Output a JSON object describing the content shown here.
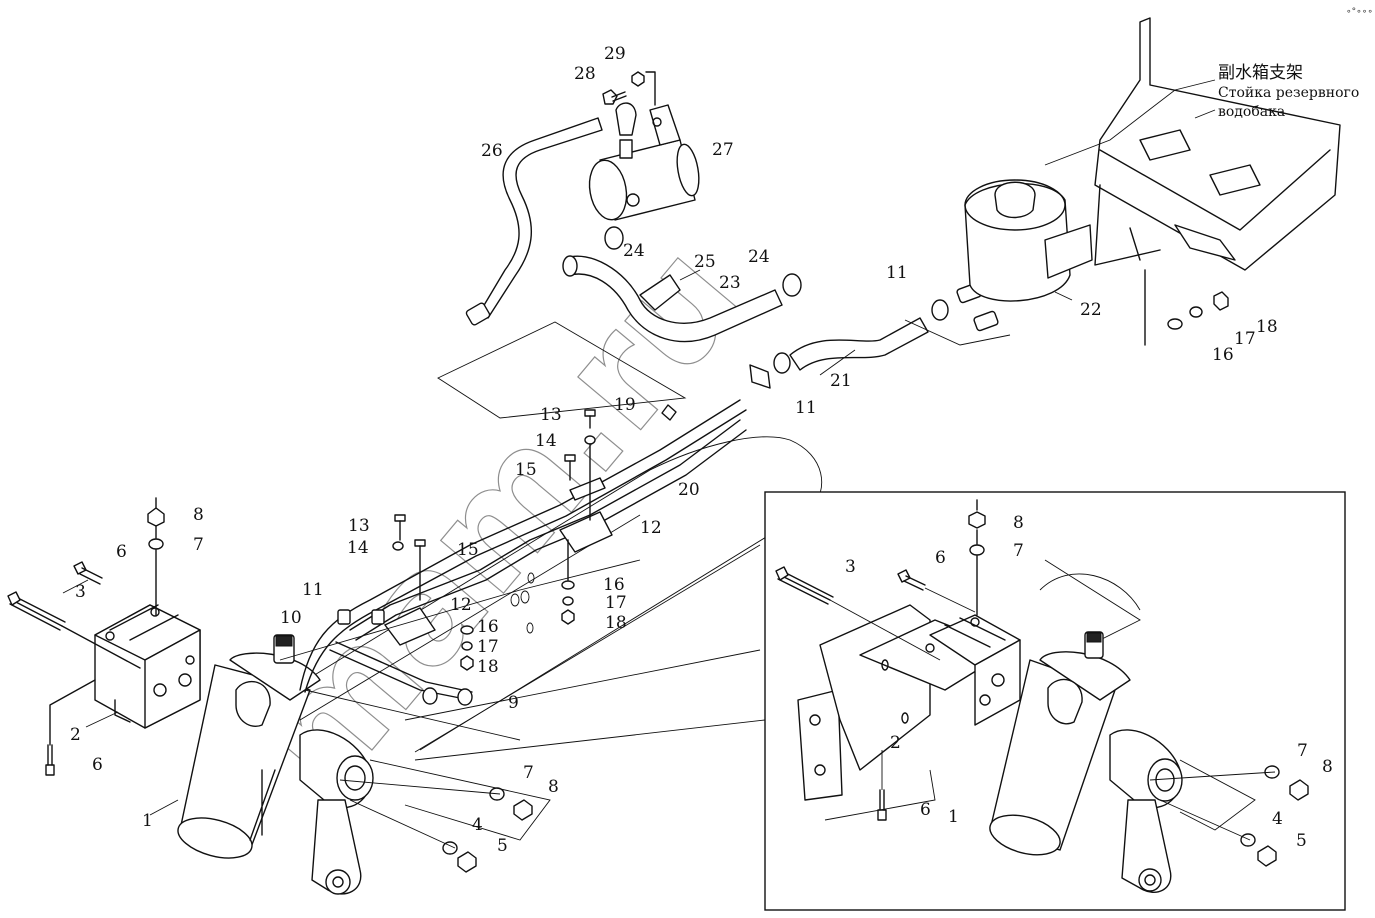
{
  "caption": {
    "chinese": "副水箱支架",
    "russian_line1": "Стойка резервного",
    "russian_line2": "водобака"
  },
  "watermark": "mam.ru",
  "corner_mark": "∘°∘∘∘",
  "callouts": [
    {
      "id": "c1a",
      "text": "1"
    },
    {
      "id": "c2a",
      "text": "2"
    },
    {
      "id": "c3a",
      "text": "3"
    },
    {
      "id": "c4a",
      "text": "4"
    },
    {
      "id": "c5a",
      "text": "5"
    },
    {
      "id": "c6a",
      "text": "6"
    },
    {
      "id": "c6b",
      "text": "6"
    },
    {
      "id": "c7a",
      "text": "7"
    },
    {
      "id": "c7b",
      "text": "7"
    },
    {
      "id": "c8a",
      "text": "8"
    },
    {
      "id": "c8b",
      "text": "8"
    },
    {
      "id": "c9",
      "text": "9"
    },
    {
      "id": "c10",
      "text": "10"
    },
    {
      "id": "c11a",
      "text": "11"
    },
    {
      "id": "c11b",
      "text": "11"
    },
    {
      "id": "c11c",
      "text": "11"
    },
    {
      "id": "c12a",
      "text": "12"
    },
    {
      "id": "c12b",
      "text": "12"
    },
    {
      "id": "c13a",
      "text": "13"
    },
    {
      "id": "c13b",
      "text": "13"
    },
    {
      "id": "c14a",
      "text": "14"
    },
    {
      "id": "c14b",
      "text": "14"
    },
    {
      "id": "c15a",
      "text": "15"
    },
    {
      "id": "c15b",
      "text": "15"
    },
    {
      "id": "c16a",
      "text": "16"
    },
    {
      "id": "c16b",
      "text": "16"
    },
    {
      "id": "c16c",
      "text": "16"
    },
    {
      "id": "c17a",
      "text": "17"
    },
    {
      "id": "c17b",
      "text": "17"
    },
    {
      "id": "c17c",
      "text": "17"
    },
    {
      "id": "c18a",
      "text": "18"
    },
    {
      "id": "c18b",
      "text": "18"
    },
    {
      "id": "c18c",
      "text": "18"
    },
    {
      "id": "c19",
      "text": "19"
    },
    {
      "id": "c20",
      "text": "20"
    },
    {
      "id": "c21",
      "text": "21"
    },
    {
      "id": "c22",
      "text": "22"
    },
    {
      "id": "c23",
      "text": "23"
    },
    {
      "id": "c24a",
      "text": "24"
    },
    {
      "id": "c24b",
      "text": "24"
    },
    {
      "id": "c25",
      "text": "25"
    },
    {
      "id": "c26",
      "text": "26"
    },
    {
      "id": "c27",
      "text": "27"
    },
    {
      "id": "c28",
      "text": "28"
    },
    {
      "id": "c29",
      "text": "29"
    },
    {
      "id": "d1",
      "text": "1"
    },
    {
      "id": "d2",
      "text": "2"
    },
    {
      "id": "d3",
      "text": "3"
    },
    {
      "id": "d4",
      "text": "4"
    },
    {
      "id": "d5",
      "text": "5"
    },
    {
      "id": "d6a",
      "text": "6"
    },
    {
      "id": "d6b",
      "text": "6"
    },
    {
      "id": "d7a",
      "text": "7"
    },
    {
      "id": "d7b",
      "text": "7"
    },
    {
      "id": "d8a",
      "text": "8"
    },
    {
      "id": "d8b",
      "text": "8"
    }
  ]
}
